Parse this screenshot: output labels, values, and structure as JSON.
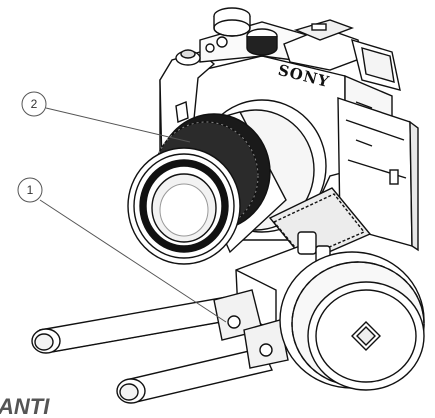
{
  "callouts": [
    {
      "label": "2"
    },
    {
      "label": "1"
    }
  ],
  "camera": {
    "brand": "SONY"
  },
  "caption": {
    "text": "ANTI"
  }
}
